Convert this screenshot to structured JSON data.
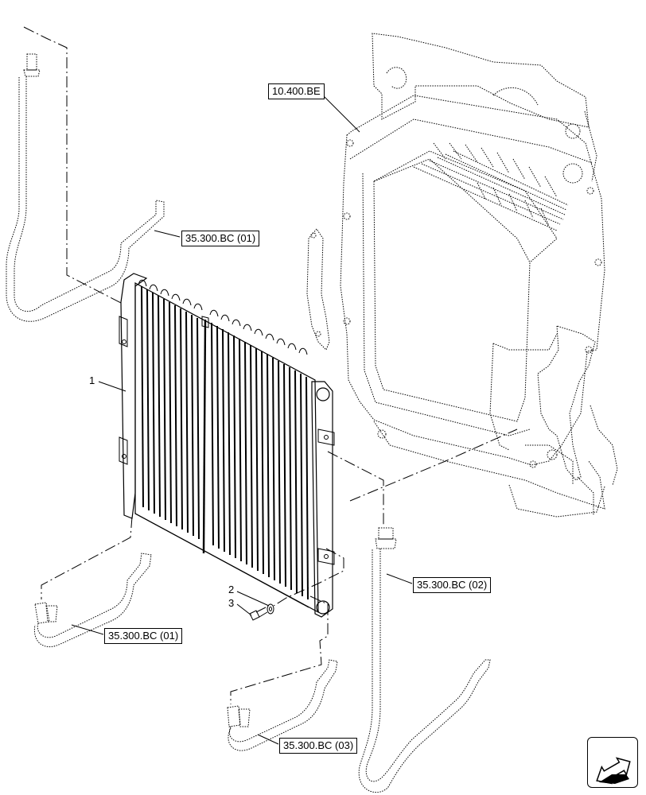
{
  "references": {
    "ref_10_400_be": "10.400.BE",
    "ref_35_300_bc_01_top": "35.300.BC (01)",
    "ref_35_300_bc_01_bottom": "35.300.BC (01)",
    "ref_35_300_bc_02": "35.300.BC (02)",
    "ref_35_300_bc_03": "35.300.BC (03)"
  },
  "callouts": {
    "item_1": "1",
    "item_2": "2",
    "item_3": "3"
  },
  "icons": {
    "nav": "next-page-arrow-icon"
  },
  "colors": {
    "line": "#000000",
    "background": "#ffffff"
  }
}
